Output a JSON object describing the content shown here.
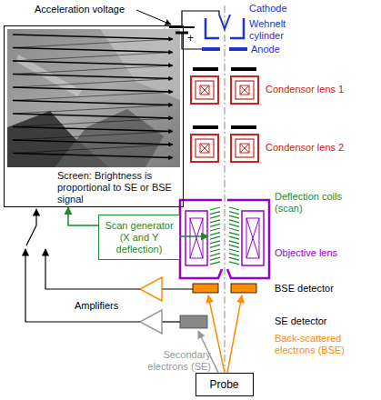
{
  "diagram": {
    "nodes": [
      {
        "text": [
          "Screen: Brightness is proportional to SE or BSE signal"
        ]
      },
      {
        "text": [
          "Scan generator (X and Y deflection)"
        ]
      },
      {
        "text": [
          "Probe"
        ]
      }
    ],
    "edges": [
      {
        "from": 1,
        "to": 0,
        "arrow": "to"
      }
    ],
    "labels": [
      "Acceleration voltage",
      "+",
      "Cathode",
      "Wehnelt cylinder",
      "Anode",
      "Condensor lens 1",
      "Condensor lens 2",
      "Deflection coils (scan)",
      "Objective lens",
      "BSE detector",
      "SE detector",
      "Back-scattered electrons (BSE)",
      "Secondary electrons (SE)",
      "Amplifiers"
    ]
  }
}
